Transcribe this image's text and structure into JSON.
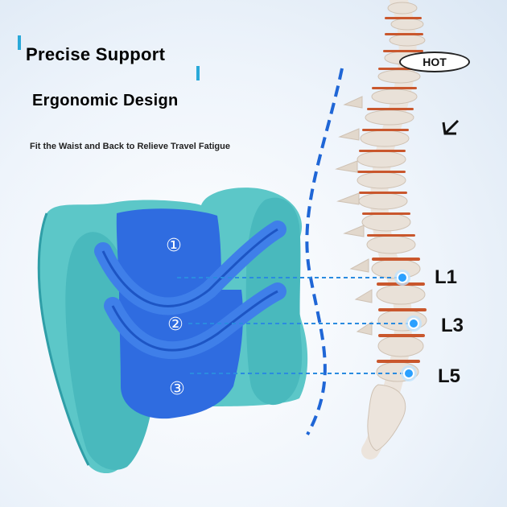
{
  "header": {
    "title_1": "Precise Support",
    "title_2": "Ergonomic Design",
    "subtitle": "Fit the Waist and Back to Relieve Travel Fatigue"
  },
  "badge": {
    "hot": "HOT"
  },
  "zones": [
    "①",
    "②",
    "③"
  ],
  "spine_levels": [
    "L1",
    "L3",
    "L5"
  ],
  "colors": {
    "pillow_teal": "#5cc7c8",
    "pillow_blue": "#2f6ce0",
    "accent_dash": "#1f66d6",
    "node_glow": "#2aa0ff"
  }
}
